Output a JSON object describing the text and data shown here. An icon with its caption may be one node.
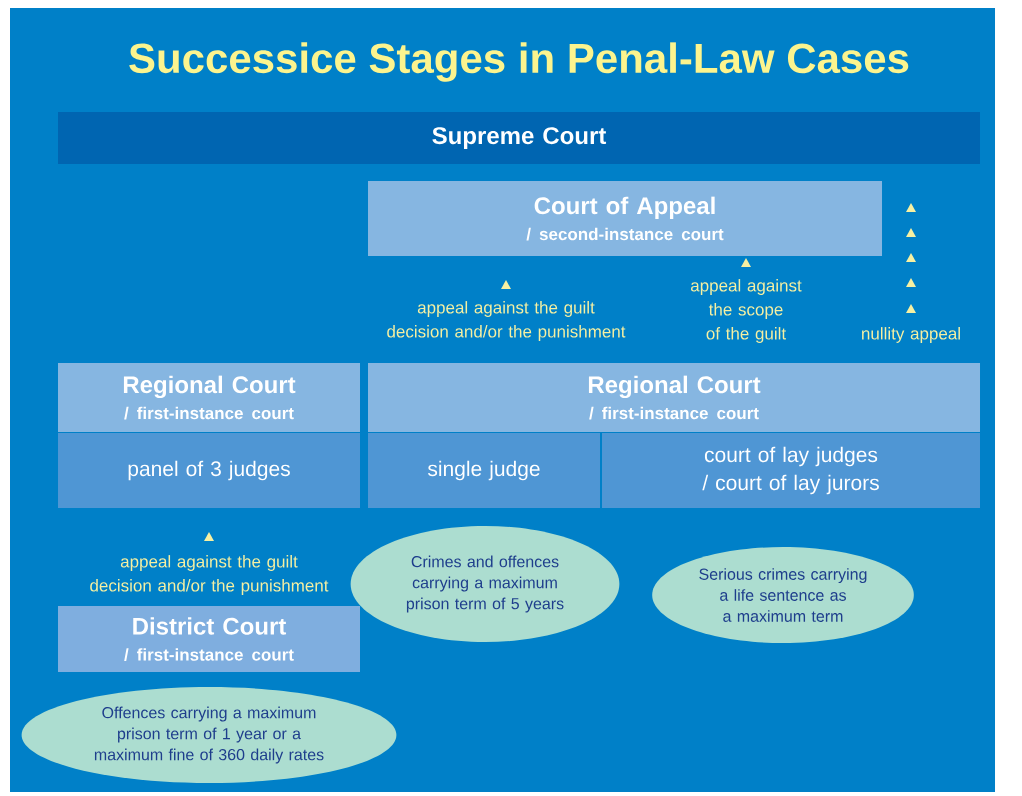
{
  "diagram": {
    "title": "Successice Stages in Penal-Law Cases",
    "nodes": [
      {
        "text": [
          "Supreme Court"
        ]
      },
      {
        "text": [
          "Court of Appeal",
          "/ second-instance court"
        ]
      },
      {
        "text": [
          "Regional Court",
          "/ first-instance court"
        ]
      },
      {
        "text": [
          "panel of 3 judges"
        ]
      },
      {
        "text": [
          "Regional Court",
          "/ first-instance court"
        ]
      },
      {
        "text": [
          "single judge"
        ]
      },
      {
        "text": [
          "court of lay judges / court of lay jurors"
        ]
      },
      {
        "text": [
          "District Court",
          "/ first-instance court"
        ]
      },
      {
        "text": [
          "Crimes and offences carrying a maximum prison term of 5 years"
        ]
      },
      {
        "text": [
          "Serious crimes carrying a life sentence as a maximum term"
        ]
      },
      {
        "text": [
          "Offences carrying a maximum prison term of 1 year or a maximum fine of 360 daily rates"
        ]
      }
    ],
    "labels": [
      "appeal against the guilt decision and/or the punishment",
      "appeal against the scope of the guilt",
      "nullity appeal",
      "appeal against the guilt decision and/or the punishment"
    ]
  }
}
